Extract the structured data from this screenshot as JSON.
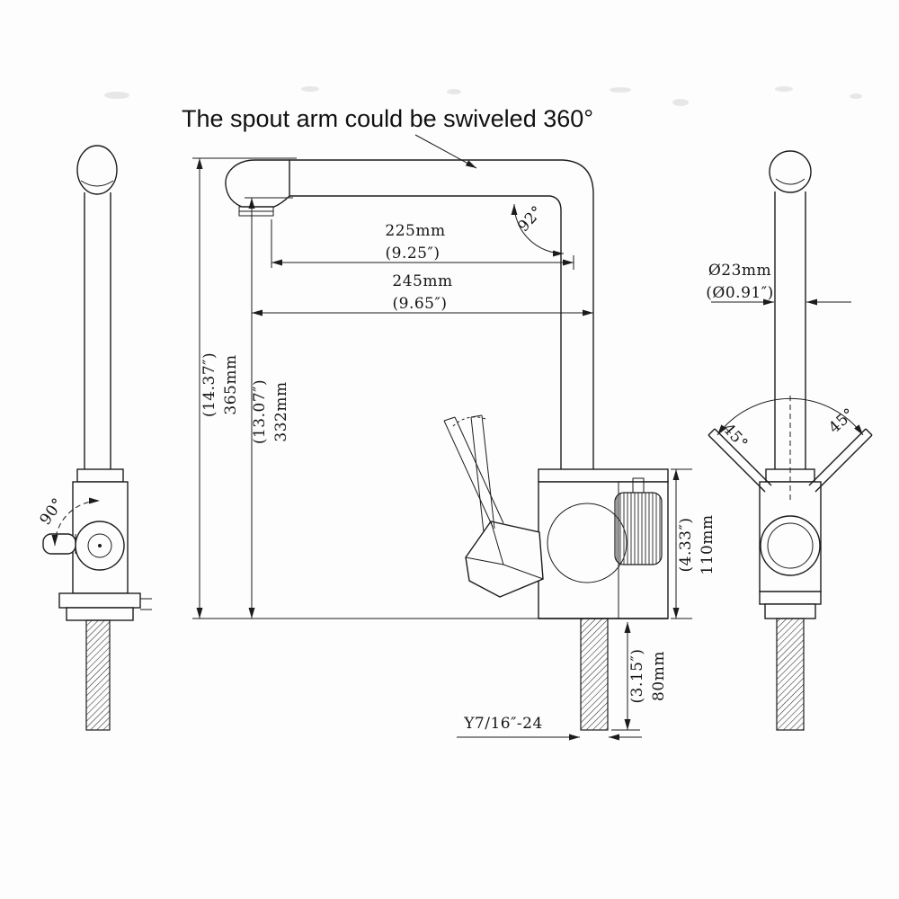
{
  "annotation": {
    "title": "The spout arm could be swiveled 360°"
  },
  "dims": {
    "spout_reach_mm": "225mm",
    "spout_reach_in": "(9.25″)",
    "overall_reach_mm": "245mm",
    "overall_reach_in": "(9.65″)",
    "overall_height_mm": "365mm",
    "overall_height_in": "(14.37″)",
    "spout_height_mm": "332mm",
    "spout_height_in": "(13.07″)",
    "bend_angle": "92°",
    "body_height_mm": "110mm",
    "body_height_in": "(4.33″)",
    "shank_length_mm": "80mm",
    "shank_length_in": "(3.15″)",
    "thread_spec": "Y7/16″-24",
    "pipe_diameter_mm": "Ø23mm",
    "pipe_diameter_in": "(Ø0.91″)",
    "handle_angle_left": "45°",
    "handle_angle_right": "45°",
    "handle_swing": "90°"
  },
  "colors": {
    "line": "#1c1c1c",
    "text": "#111111",
    "background": "#fdfdfd"
  }
}
